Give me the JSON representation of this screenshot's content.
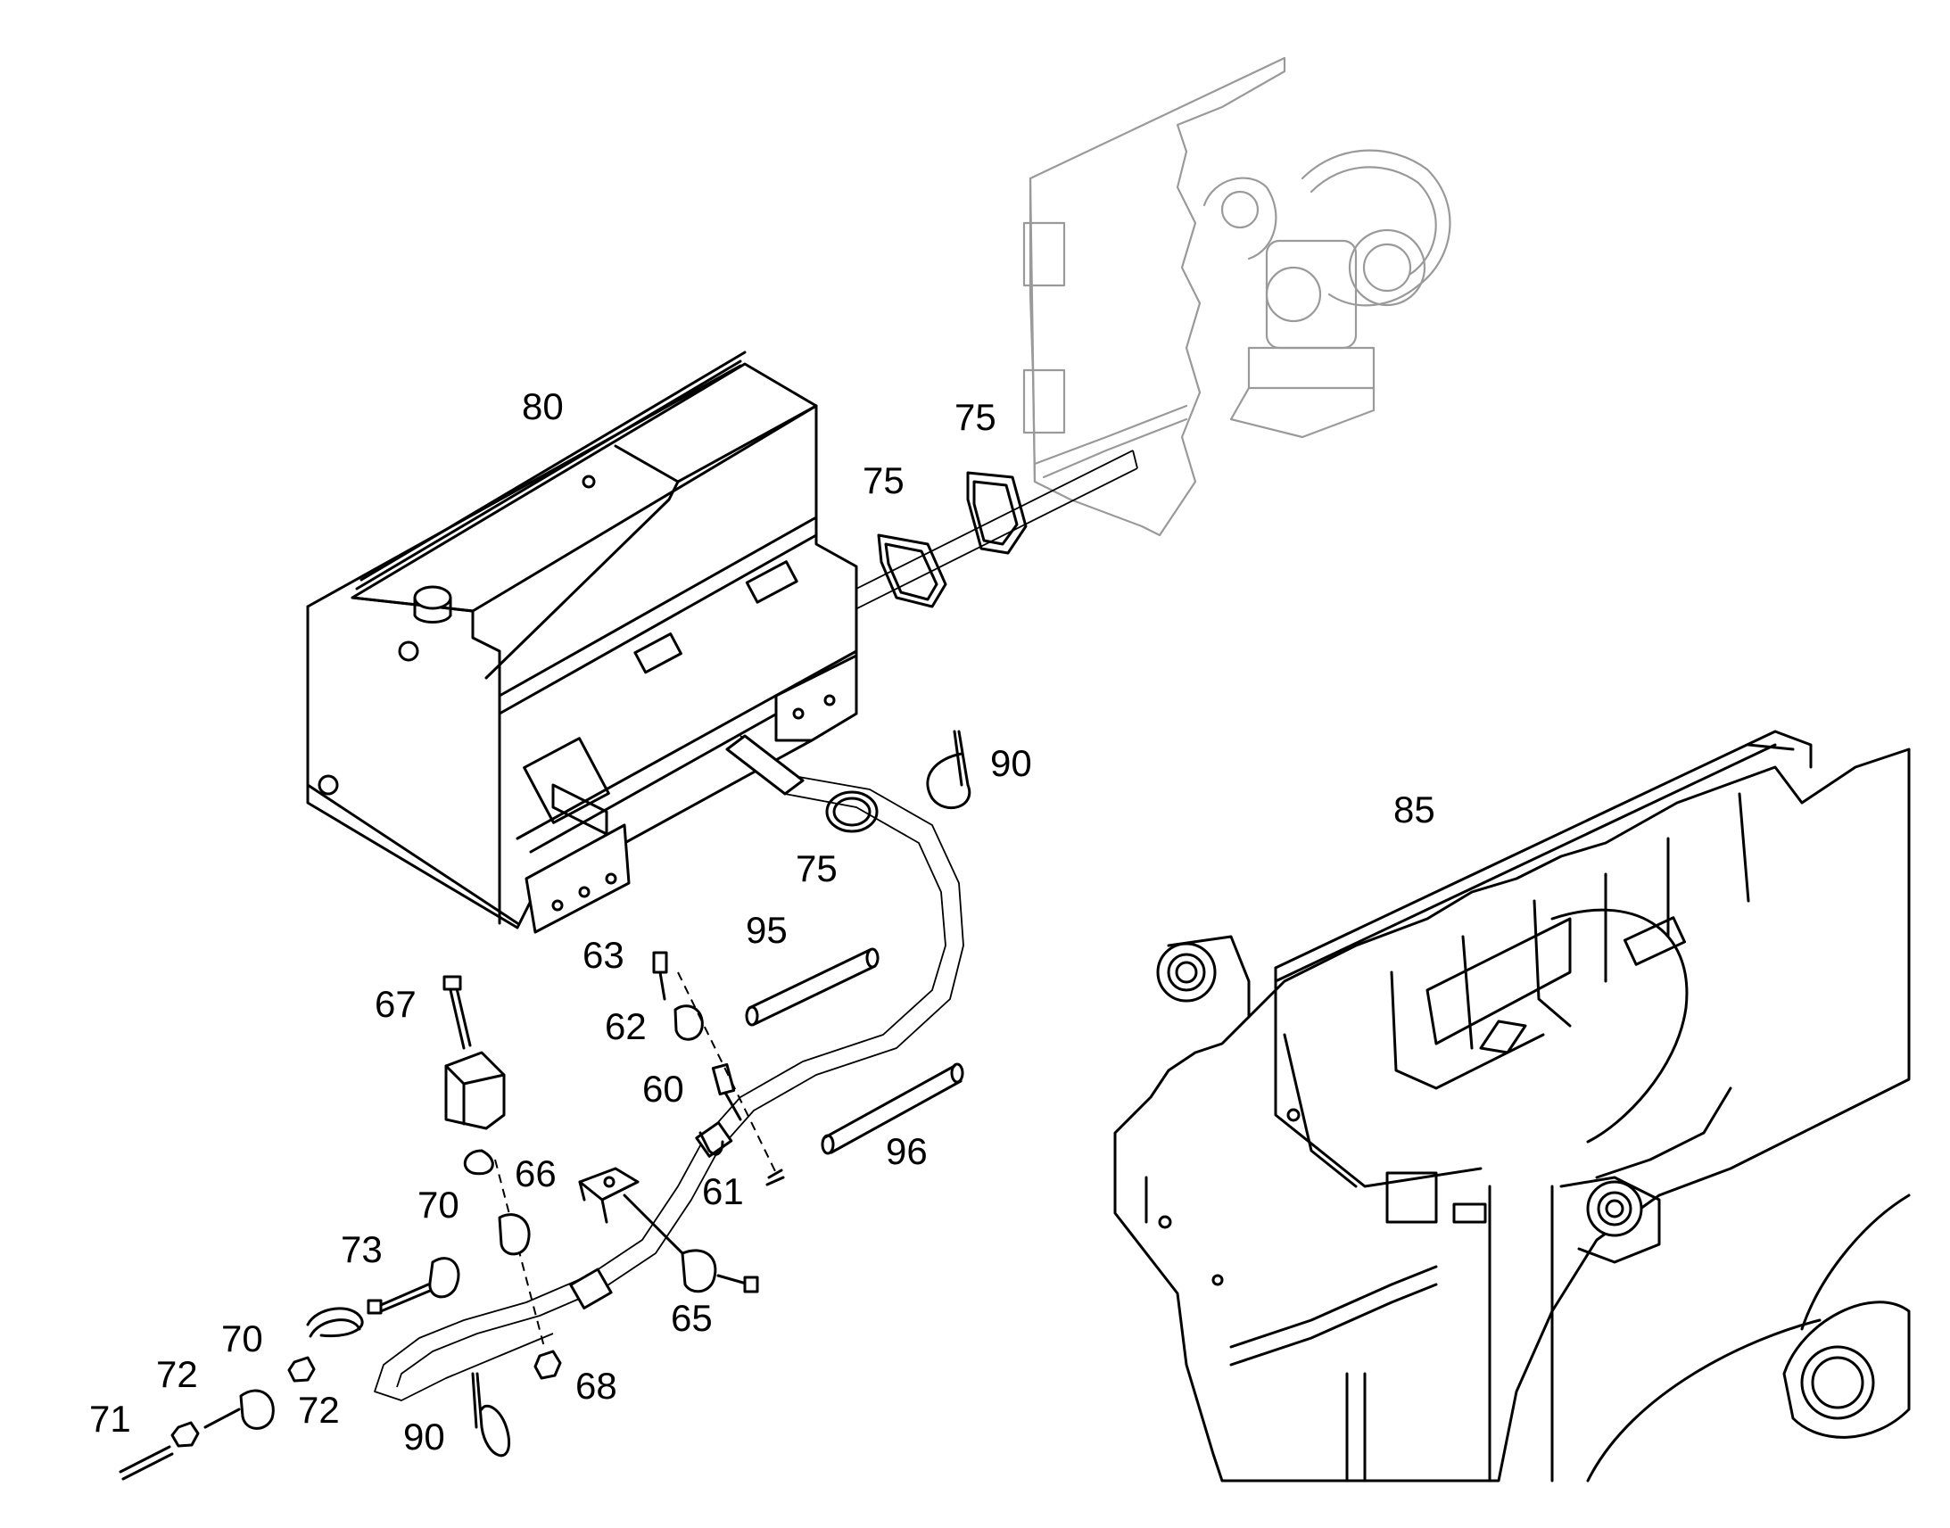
{
  "callouts": {
    "c80": "80",
    "c75a": "75",
    "c75b": "75",
    "c75c": "75",
    "c90a": "90",
    "c90b": "90",
    "c85": "85",
    "c95": "95",
    "c96": "96",
    "c63": "63",
    "c62": "62",
    "c60": "60",
    "c61": "61",
    "c67": "67",
    "c66": "66",
    "c70a": "70",
    "c70b": "70",
    "c73": "73",
    "c65": "65",
    "c68": "68",
    "c72a": "72",
    "c72b": "72",
    "c71": "71"
  },
  "colors": {
    "ink": "#000000",
    "ghost": "#9a9a9a",
    "background": "#ffffff"
  }
}
